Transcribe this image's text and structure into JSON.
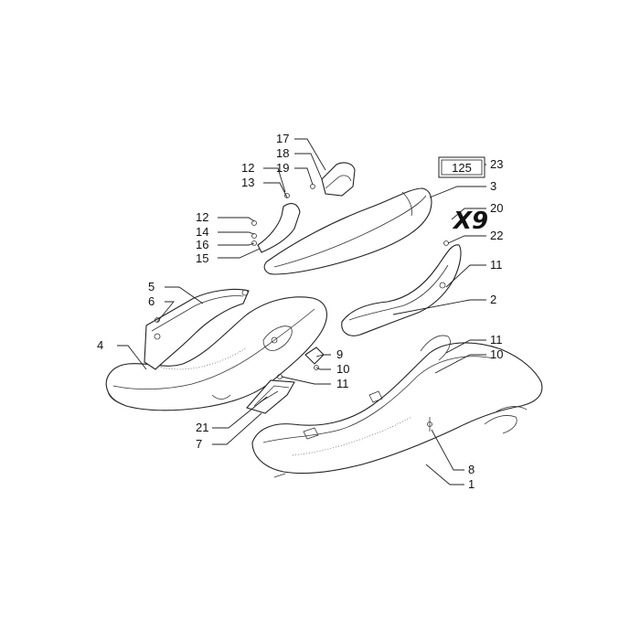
{
  "callouts": {
    "c1": "1",
    "c2": "2",
    "c3": "3",
    "c4": "4",
    "c5": "5",
    "c6": "6",
    "c7": "7",
    "c8": "8",
    "c9": "9",
    "c10a": "10",
    "c10b": "10",
    "c11a": "11",
    "c11b": "11",
    "c11c": "11",
    "c12a": "12",
    "c12b": "12",
    "c13": "13",
    "c14": "14",
    "c15": "15",
    "c16": "16",
    "c17": "17",
    "c18": "18",
    "c19": "19",
    "c20": "20",
    "c21": "21",
    "c22": "22",
    "c23": "23"
  },
  "badge": {
    "text": "125"
  },
  "logo": {
    "text": "X9"
  },
  "colors": {
    "line": "#222222",
    "background": "#ffffff"
  }
}
